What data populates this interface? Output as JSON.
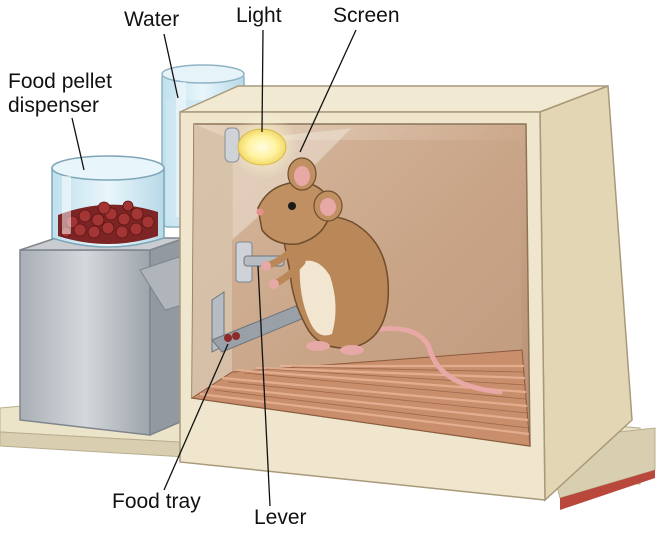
{
  "labels": {
    "water": "Water",
    "light": "Light",
    "screen": "Screen",
    "dispenser_line1": "Food pellet",
    "dispenser_line2": "dispenser",
    "food_tray": "Food tray",
    "lever": "Lever"
  },
  "colors": {
    "box_face": "#efe6cd",
    "box_side": "#e2d6b4",
    "interior_wall": "#c7a182",
    "floor_bars": "#c98e6c",
    "base_platform": "#ece4c8",
    "base_edge": "#b9473b",
    "metal": "#b7bcc2",
    "water_glass": "#cfe7f2",
    "pellets": "#8e2a2a",
    "mouse_fur": "#b98758",
    "mouse_belly": "#f2e6d0",
    "mouse_pink": "#e7a8a6",
    "bulb": "#fff6a8"
  }
}
